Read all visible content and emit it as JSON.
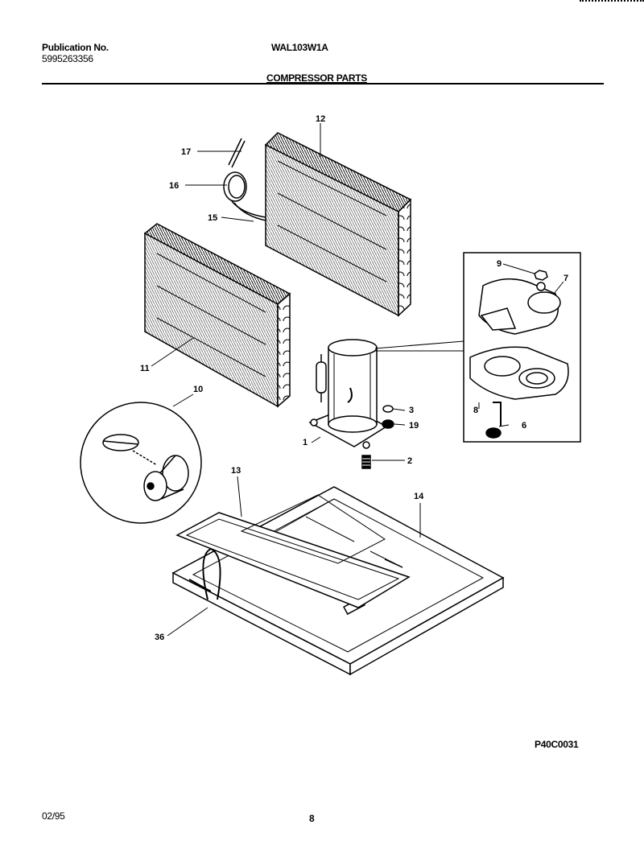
{
  "header": {
    "publication_label": "Publication No.",
    "publication_number": "5995263356",
    "model": "WAL103W1A",
    "section_title": "COMPRESSOR PARTS"
  },
  "footer": {
    "figure_code": "P40C0031",
    "date": "02/95",
    "page_number": "8"
  },
  "callouts": {
    "c1": "1",
    "c2": "2",
    "c3": "3",
    "c6": "6",
    "c7": "7",
    "c8": "8",
    "c9": "9",
    "c10": "10",
    "c11": "11",
    "c12": "12",
    "c13": "13",
    "c14": "14",
    "c15": "15",
    "c16": "16",
    "c17": "17",
    "c19": "19",
    "c36": "36"
  }
}
